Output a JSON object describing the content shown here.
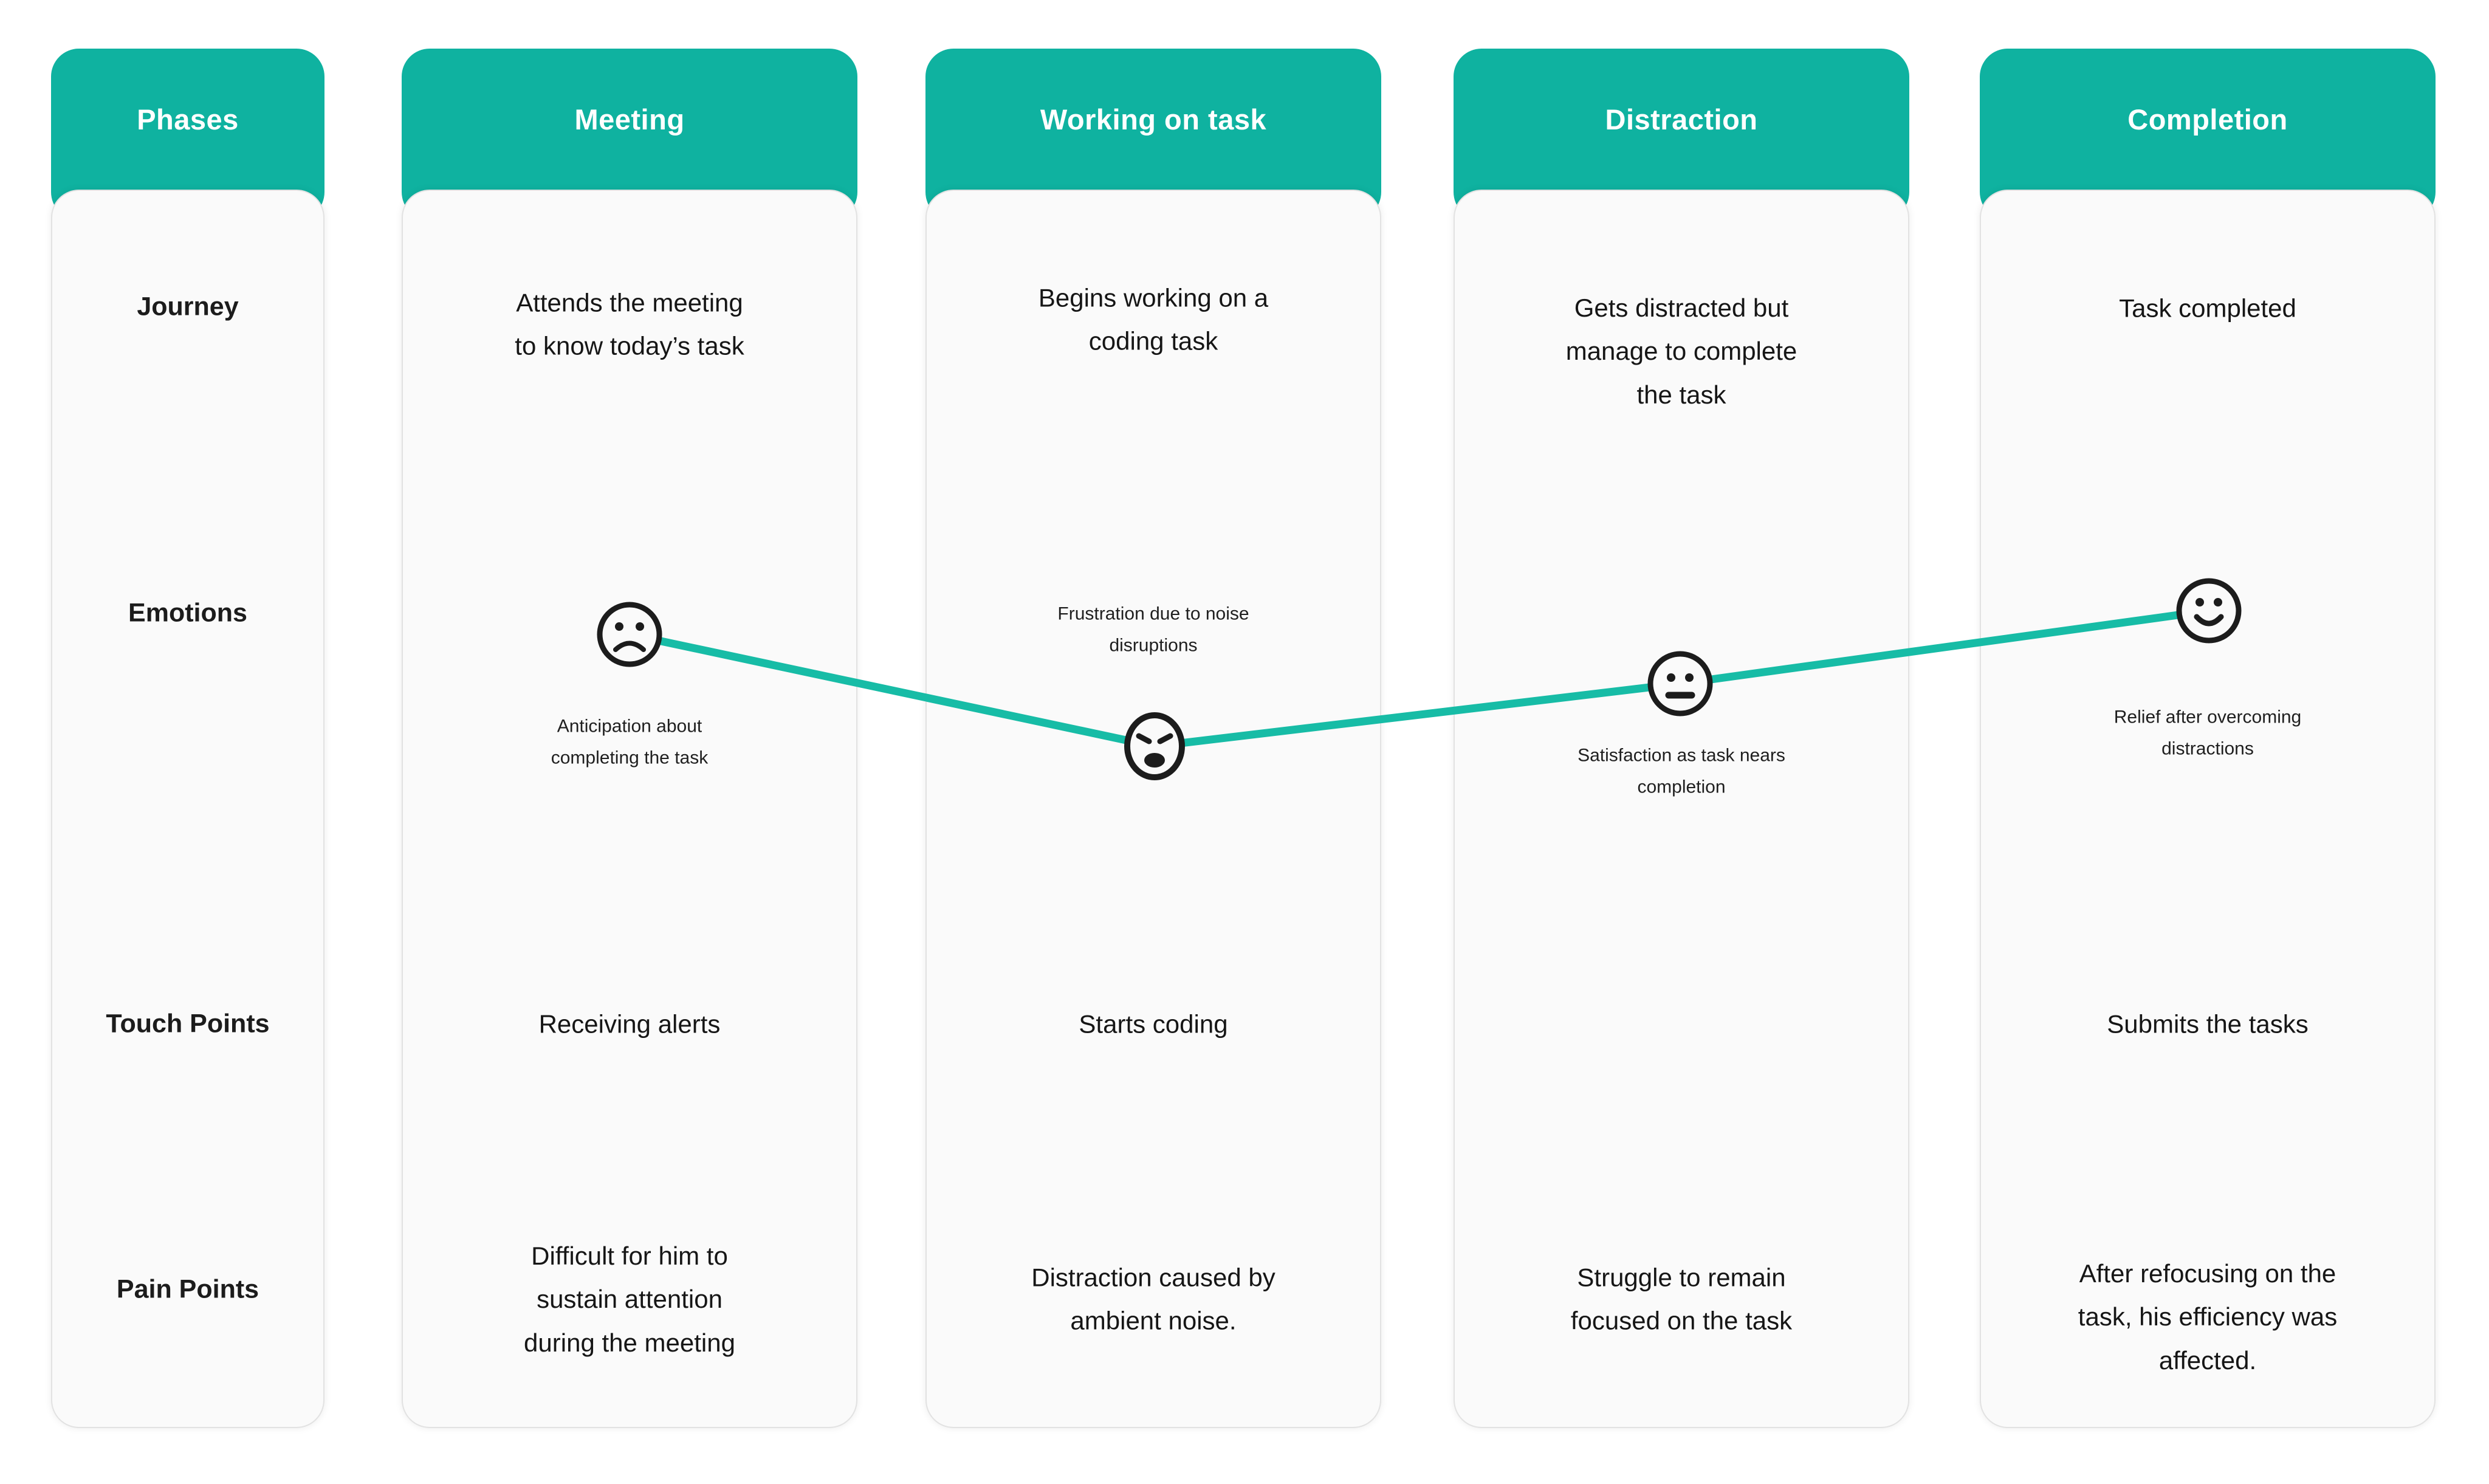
{
  "diagram_type": "user-journey-map",
  "colors": {
    "header_bg": "#0FB2A0",
    "emotion_line": "#17BCA6",
    "card_bg": "#FAFAFA",
    "card_border": "#E2E2E2",
    "text_dark": "#1C1C1C"
  },
  "phases_column": {
    "header": "Phases",
    "row_labels": [
      "Journey",
      "Emotions",
      "Touch Points",
      "Pain Points"
    ]
  },
  "stages": [
    {
      "header": "Meeting",
      "journey": "Attends the meeting\nto know today’s task",
      "emotion_icon": "sad-face-icon",
      "emotion_caption": "Anticipation about\ncompleting the task",
      "touch_points": "Receiving alerts",
      "pain_points": "Difficult for him to\nsustain attention\nduring the meeting"
    },
    {
      "header": "Working on task",
      "journey": "Begins working on a\ncoding task",
      "emotion_icon": "angry-face-icon",
      "emotion_caption": "Frustration due to noise\ndisruptions",
      "touch_points": "Starts coding",
      "pain_points": "Distraction caused by\nambient noise."
    },
    {
      "header": "Distraction",
      "journey": "Gets distracted but\nmanage to complete\nthe task",
      "emotion_icon": "neutral-face-icon",
      "emotion_caption": "Satisfaction as task nears\ncompletion",
      "touch_points": "",
      "pain_points": "Struggle to remain\nfocused on the task"
    },
    {
      "header": "Completion",
      "journey": "Task completed",
      "emotion_icon": "smile-face-icon",
      "emotion_caption": "Relief after overcoming\ndistractions",
      "touch_points": "Submits the tasks",
      "pain_points": "After refocusing on the\ntask, his efficiency was\naffected."
    }
  ]
}
